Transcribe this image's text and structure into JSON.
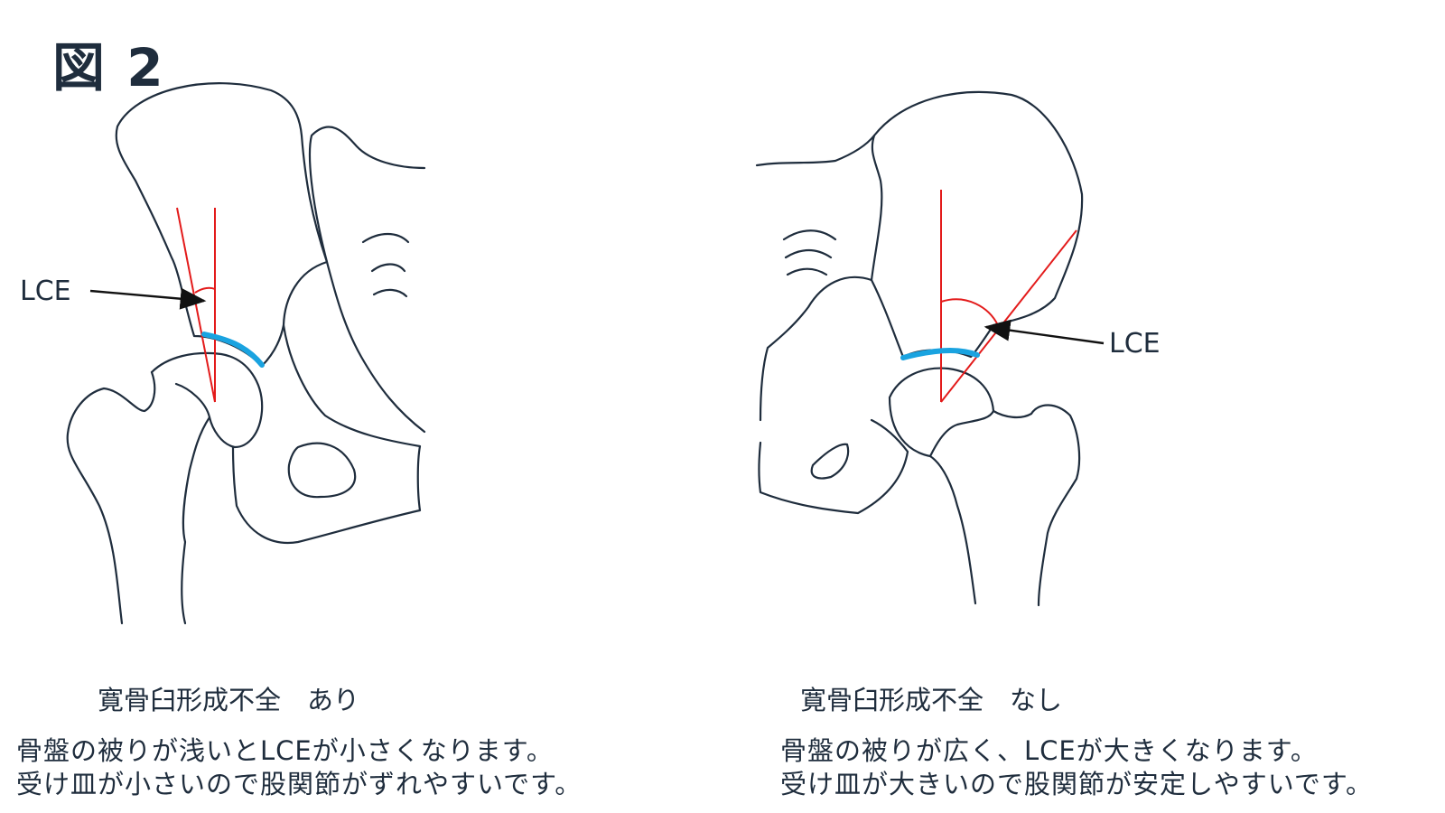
{
  "figure_title": "図 2",
  "left_panel": {
    "lce_label": "LCE",
    "heading": "寛骨臼形成不全　あり",
    "lines": [
      "骨盤の被りが浅いとLCEが小さくなります。",
      "受け皿が小さいので股関節がずれやすいです。"
    ]
  },
  "right_panel": {
    "lce_label": "LCE",
    "heading": "寛骨臼形成不全　なし",
    "lines": [
      "骨盤の被りが広く、LCEが大きくなります。",
      "受け皿が大きいので股関節が安定しやすいです。"
    ]
  },
  "colors": {
    "outline": "#1f2d3d",
    "angle_lines": "#e31b1b",
    "acetabular_roof": "#1aa3e0"
  }
}
